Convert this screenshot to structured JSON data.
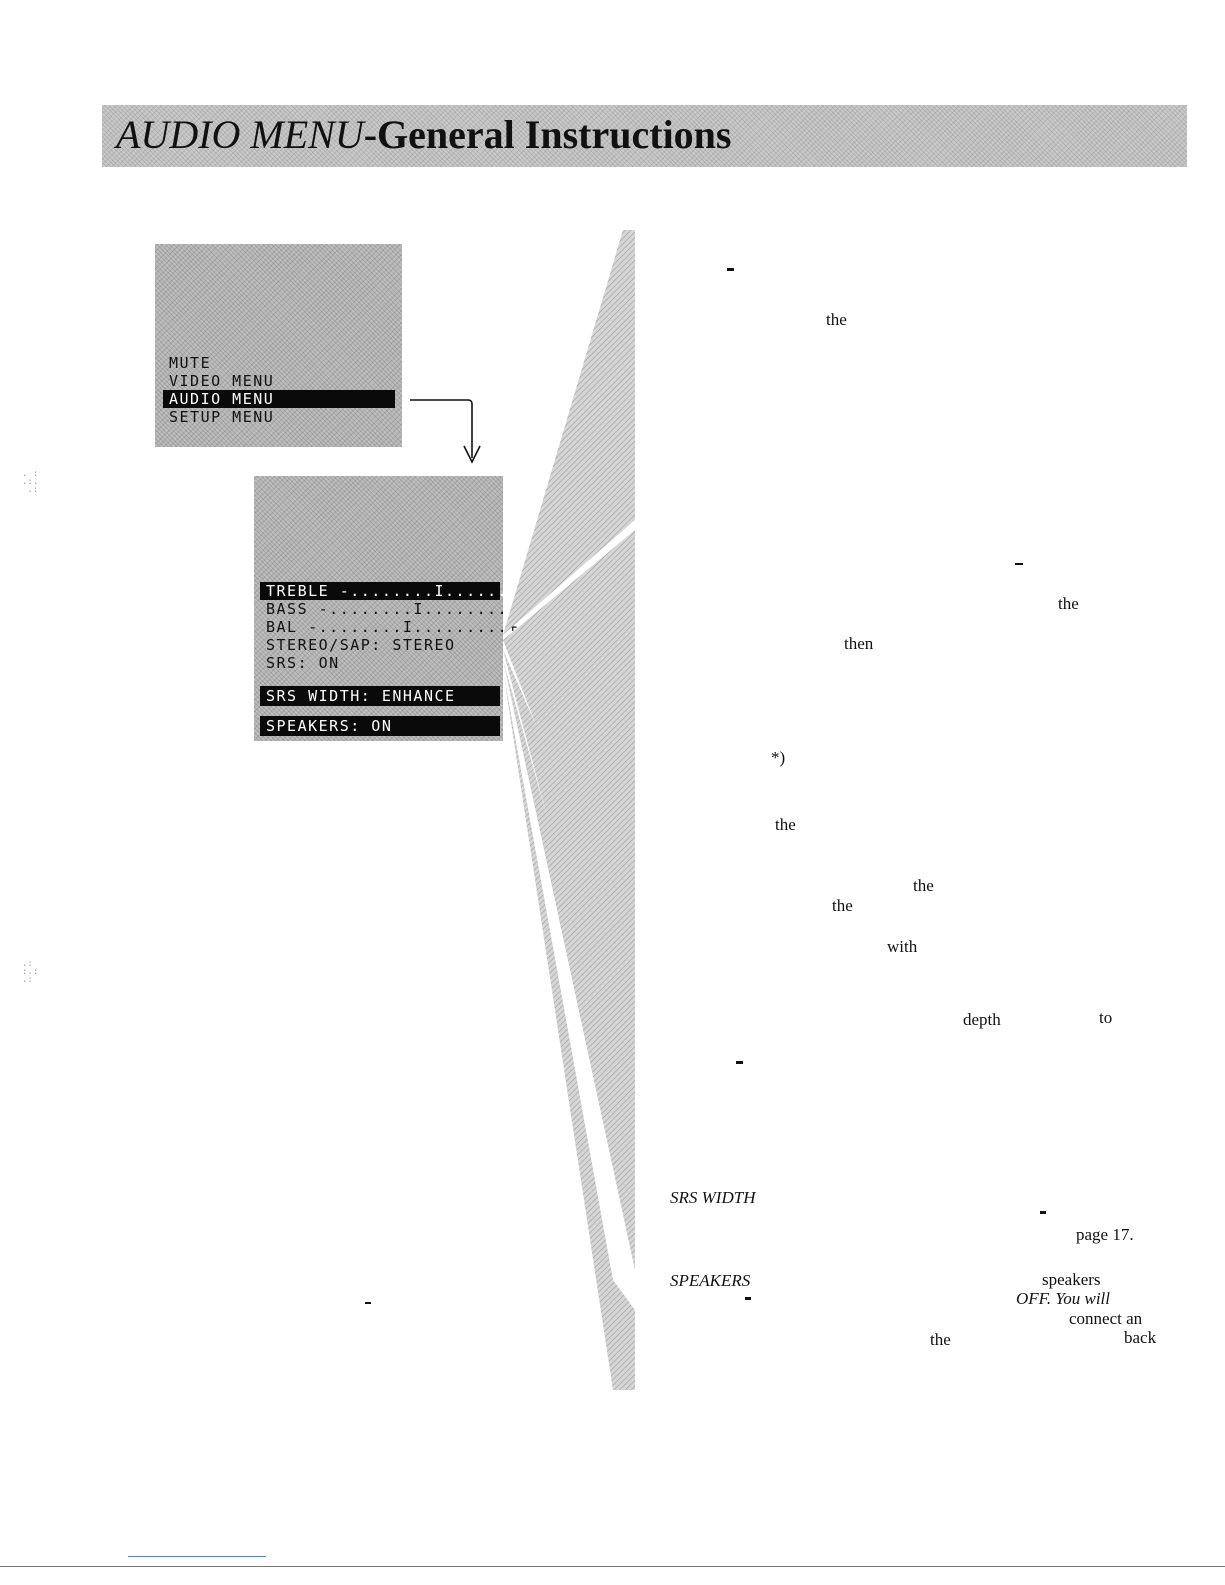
{
  "header": {
    "title_italic": "AUDIO MENU",
    "title_bold": "-General Instructions"
  },
  "main_menu": {
    "items": [
      "MUTE",
      "VIDEO MENU",
      "AUDIO MENU",
      "SETUP MENU"
    ],
    "selected": "AUDIO MENU"
  },
  "audio_menu": {
    "treble": "TREBLE  -........I.........+",
    "bass": "BASS    -........I.........+",
    "bal": "BAL     -........I.........+",
    "stereo_sap": "STEREO/SAP: STEREO",
    "srs": "SRS: ON",
    "srs_width": "SRS WIDTH: ENHANCE",
    "speakers": "SPEAKERS: ON"
  },
  "text_fragments": {
    "f1": "the",
    "f2": "the",
    "f3": "then",
    "f4": "*)",
    "f5": "the",
    "f6": "the",
    "f7": "the",
    "f8": "with",
    "f9": "depth",
    "f10": "to",
    "srs_width_heading": "SRS WIDTH",
    "page_ref": "page 17.",
    "speakers_heading": "SPEAKERS",
    "f11": "speakers",
    "f12": "OFF. You will",
    "f13": "connect an",
    "f14": "the",
    "f15": "back"
  },
  "colors": {
    "banner": "#c9c9c9",
    "screen": "#bdbdbd",
    "highlight": "#0a0a0a",
    "footer_link": "#5a7fd0"
  }
}
